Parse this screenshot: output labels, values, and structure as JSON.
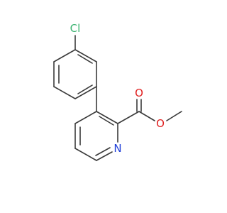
{
  "atoms": {
    "chlorine": {
      "label": "Cl",
      "color": "#3cb371"
    },
    "carbonyl_oxygen": {
      "label": "O",
      "color": "#e02020"
    },
    "ester_oxygen": {
      "label": "O",
      "color": "#e02020"
    },
    "pyridine_nitrogen": {
      "label": "N",
      "color": "#1f3fd8"
    }
  },
  "bond_color": "#3a3a3a"
}
